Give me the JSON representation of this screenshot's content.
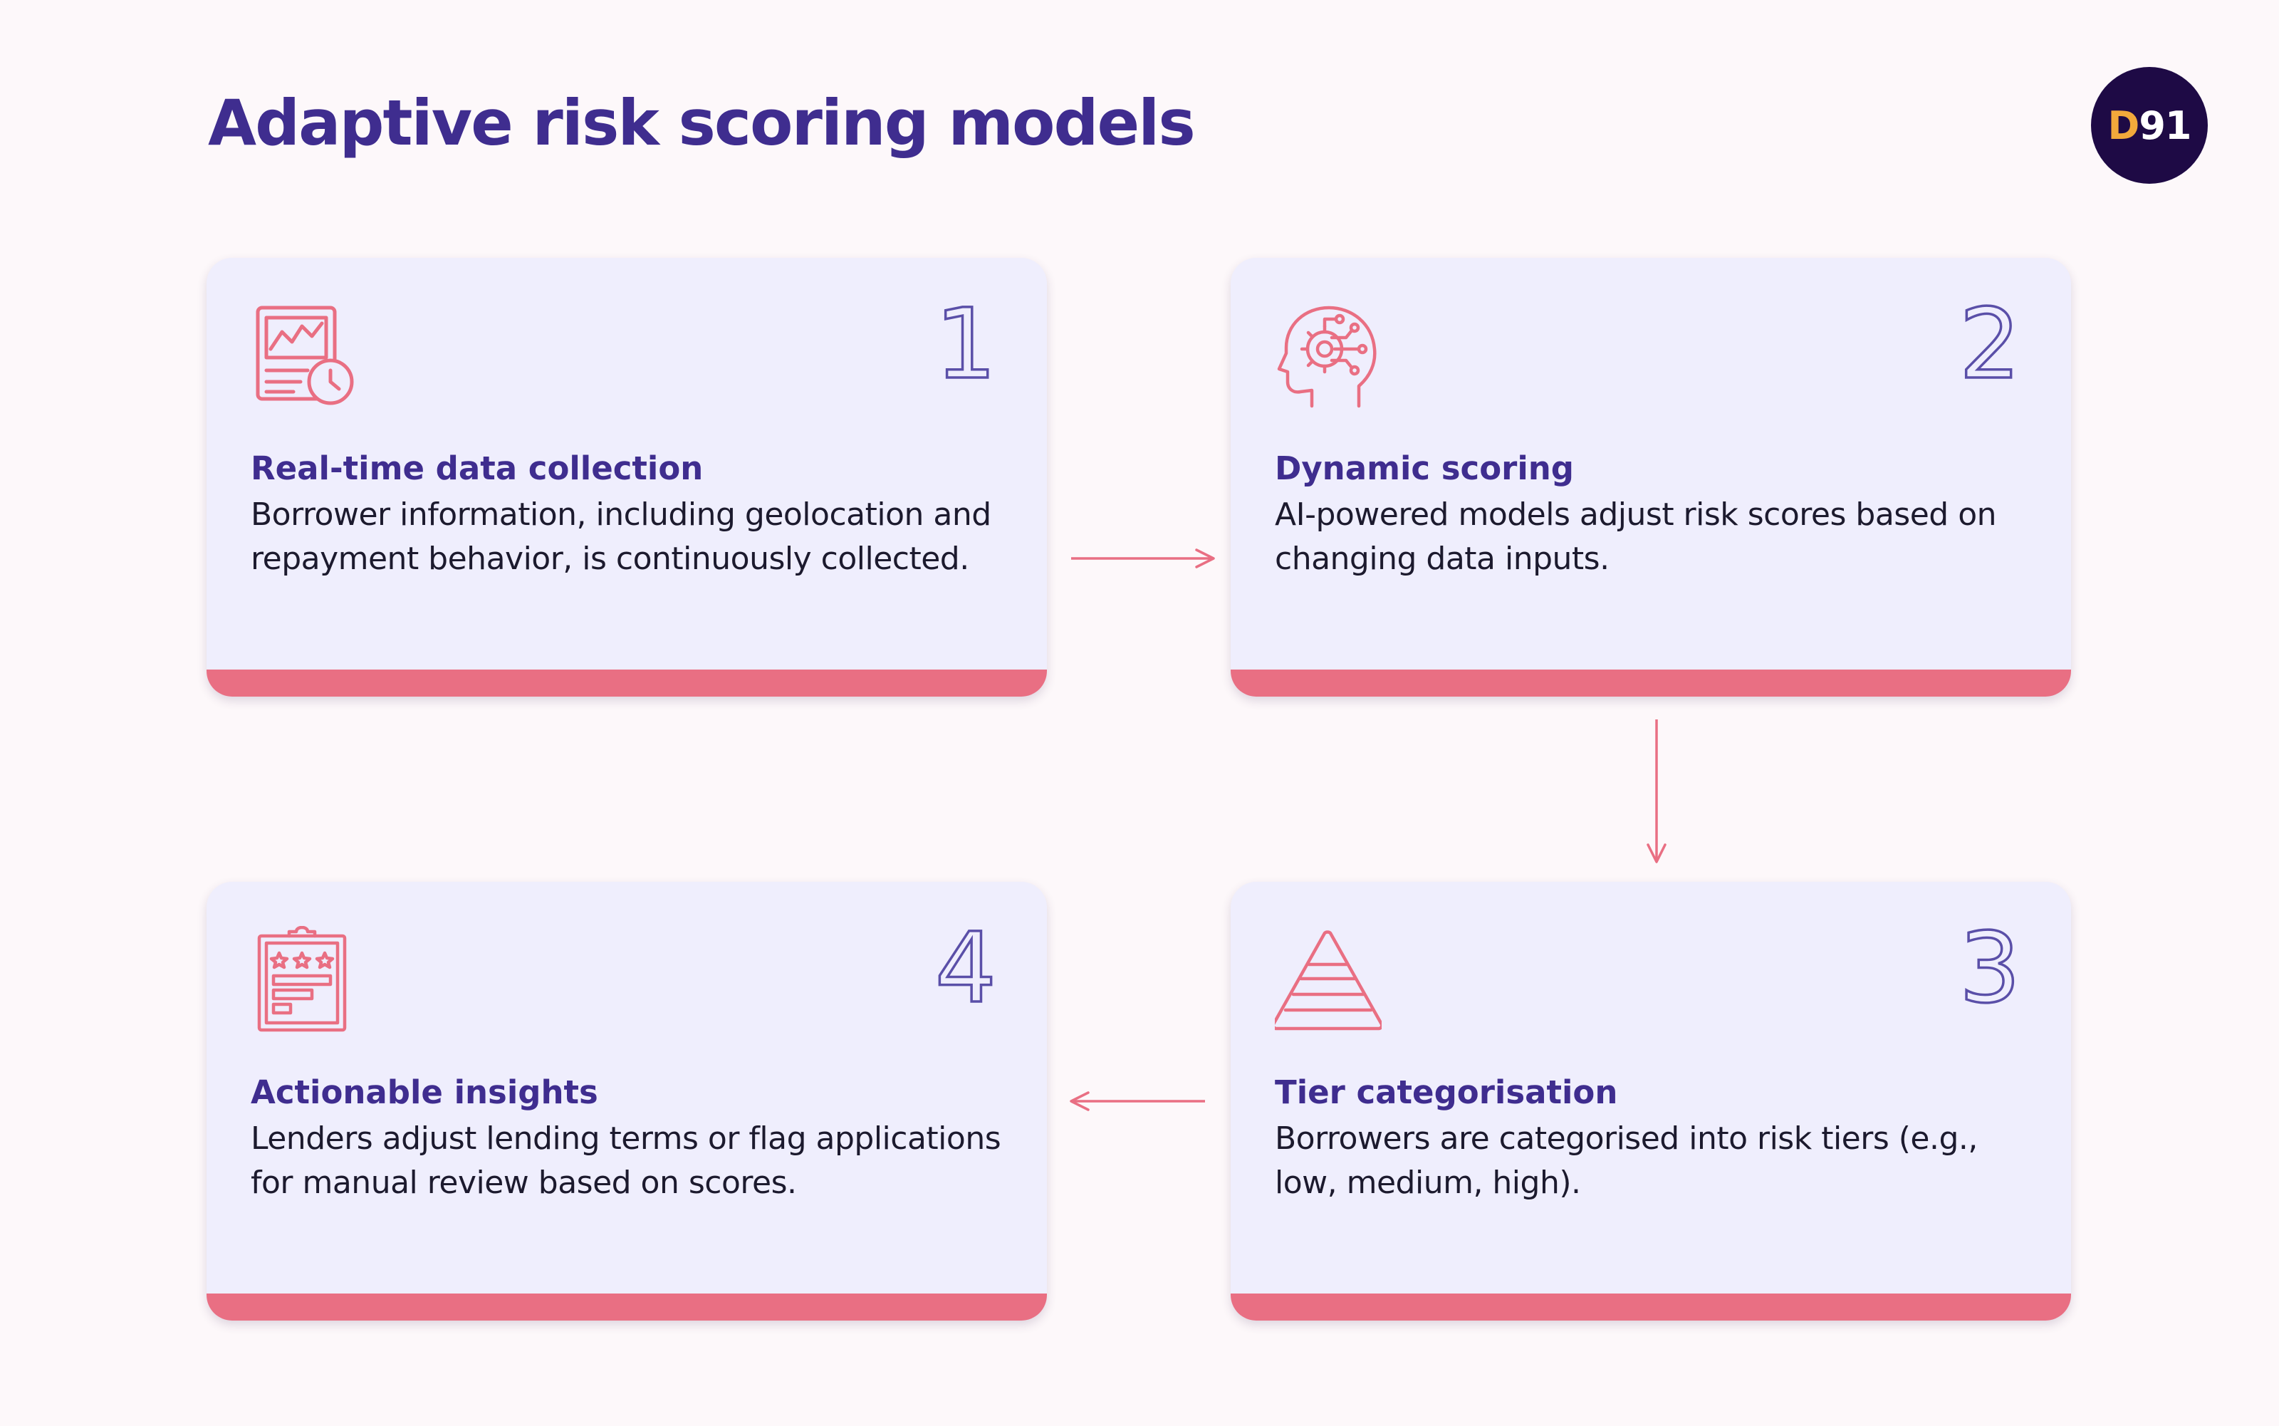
{
  "header": {
    "title": "Adaptive risk scoring models"
  },
  "logo": {
    "prefix": "D",
    "suffix": "91"
  },
  "colors": {
    "title": "#3f2d8f",
    "card_bg": "#efeefd",
    "accent": "#e96f83",
    "number_stroke": "#5a4fa8",
    "logo_bg": "#1e0a45",
    "logo_prefix": "#f2a93b",
    "logo_suffix": "#ffffff",
    "body_text": "#1c1a2e"
  },
  "steps": [
    {
      "number": "1",
      "icon": "analytics-report-clock-icon",
      "title": "Real-time data collection",
      "description": "Borrower information, including geolocation and repayment behavior, is continuously collected."
    },
    {
      "number": "2",
      "icon": "ai-head-gear-circuit-icon",
      "title": "Dynamic scoring",
      "description": "AI-powered models adjust risk scores based on changing data inputs."
    },
    {
      "number": "3",
      "icon": "pyramid-tiers-icon",
      "title": "Tier categorisation",
      "description": "Borrowers are categorised into risk tiers (e.g., low, medium, high)."
    },
    {
      "number": "4",
      "icon": "clipboard-rating-icon",
      "title": "Actionable insights",
      "description": "Lenders adjust lending terms or flag applications for manual review based on scores."
    }
  ]
}
